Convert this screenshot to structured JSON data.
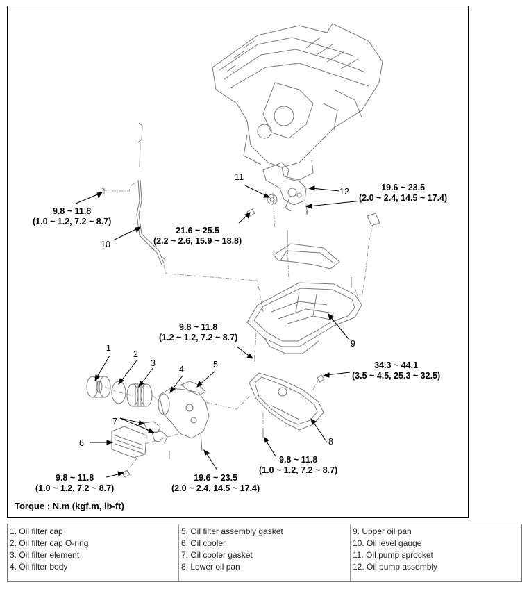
{
  "torque_title": "Torque : N.m (kgf.m, lb-ft)",
  "torques": {
    "t_top_right": [
      "19.6 ~ 23.5",
      "(2.0 ~ 2.4, 14.5 ~ 17.4)"
    ],
    "t_sprocket": [
      "21.6 ~ 25.5",
      "(2.2 ~ 2.6, 15.9 ~ 18.8)"
    ],
    "t_gauge": [
      "9.8 ~ 11.8",
      "(1.0 ~ 1.2, 7.2 ~ 8.7)"
    ],
    "t_upper_pan": [
      "9.8 ~ 11.8",
      "(1.2 ~ 1.2, 7.2 ~ 8.7)"
    ],
    "t_drain": [
      "34.3 ~ 44.1",
      "(3.5 ~ 4.5, 25.3 ~ 32.5)"
    ],
    "t_cooler": [
      "9.8 ~ 11.8",
      "(1.0 ~ 1.2, 7.2 ~ 8.7)"
    ],
    "t_filter_body": [
      "19.6 ~ 23.5",
      "(2.0 ~ 2.4, 14.5 ~ 17.4)"
    ],
    "t_lower_pan": [
      "9.8 ~ 11.8",
      "(1.0 ~ 1.2, 7.2 ~ 8.7)"
    ]
  },
  "callouts": [
    "1",
    "2",
    "3",
    "4",
    "5",
    "6",
    "7",
    "8",
    "9",
    "10",
    "11",
    "12"
  ],
  "legend": {
    "col1": [
      "1. Oil filter cap",
      "2. Oil filter cap O-ring",
      "3. Oil filter element",
      "4. Oil filter body"
    ],
    "col2": [
      "5. Oil filter assembly gasket",
      "6. Oil cooler",
      "7. Oil cooler gasket",
      "8. Lower oil pan"
    ],
    "col3": [
      "9. Upper oil pan",
      "10. Oil level gauge",
      "11. Oil pump sprocket",
      "12. Oil pump assembly"
    ]
  }
}
